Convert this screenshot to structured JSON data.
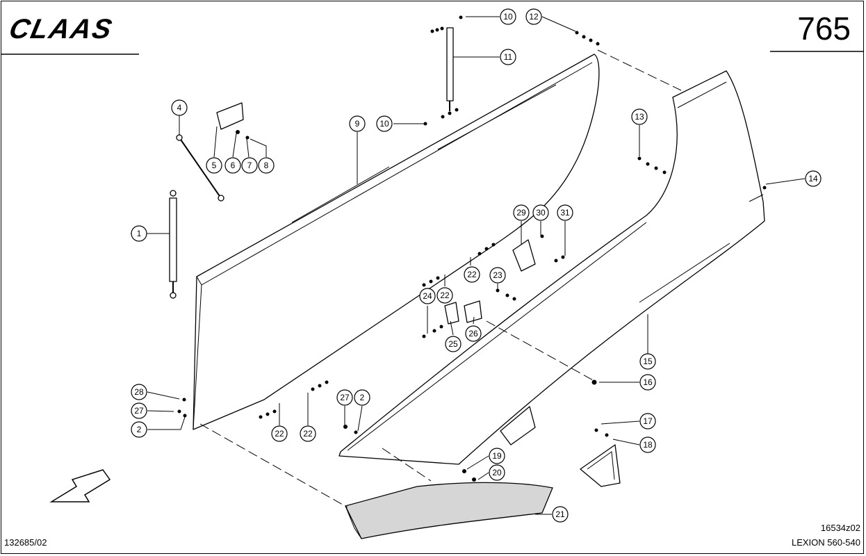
{
  "header": {
    "brand": "CLAAS",
    "page_number": "765"
  },
  "footer": {
    "doc_number": "132685/02",
    "drawing_ref": "16534z02",
    "model": "LEXION 560-540"
  },
  "callouts": [
    "1",
    "2",
    "4",
    "5",
    "6",
    "7",
    "8",
    "9",
    "10",
    "10",
    "11",
    "12",
    "13",
    "14",
    "15",
    "16",
    "17",
    "18",
    "19",
    "20",
    "21",
    "22",
    "22",
    "22",
    "22",
    "23",
    "24",
    "25",
    "26",
    "27",
    "27",
    "28",
    "29",
    "30",
    "31",
    "2"
  ],
  "colors": {
    "ink": "#000000",
    "paper": "#ffffff",
    "shade": "#d6d6d6"
  }
}
